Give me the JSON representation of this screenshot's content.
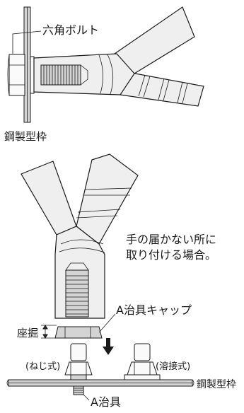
{
  "labels": {
    "hex_bolt": "六角ボルト",
    "steel_frame_top": "鋼製型枠",
    "note_line1": "手の届かない所に",
    "note_line2": "取り付ける場合。",
    "cap_label": "A治具キャップ",
    "counterbore": "座掘",
    "screw_type": "(ねじ式)",
    "weld_type": "(溶接式)",
    "steel_frame_bottom": "鋼製型枠",
    "jig_a": "A治具"
  }
}
